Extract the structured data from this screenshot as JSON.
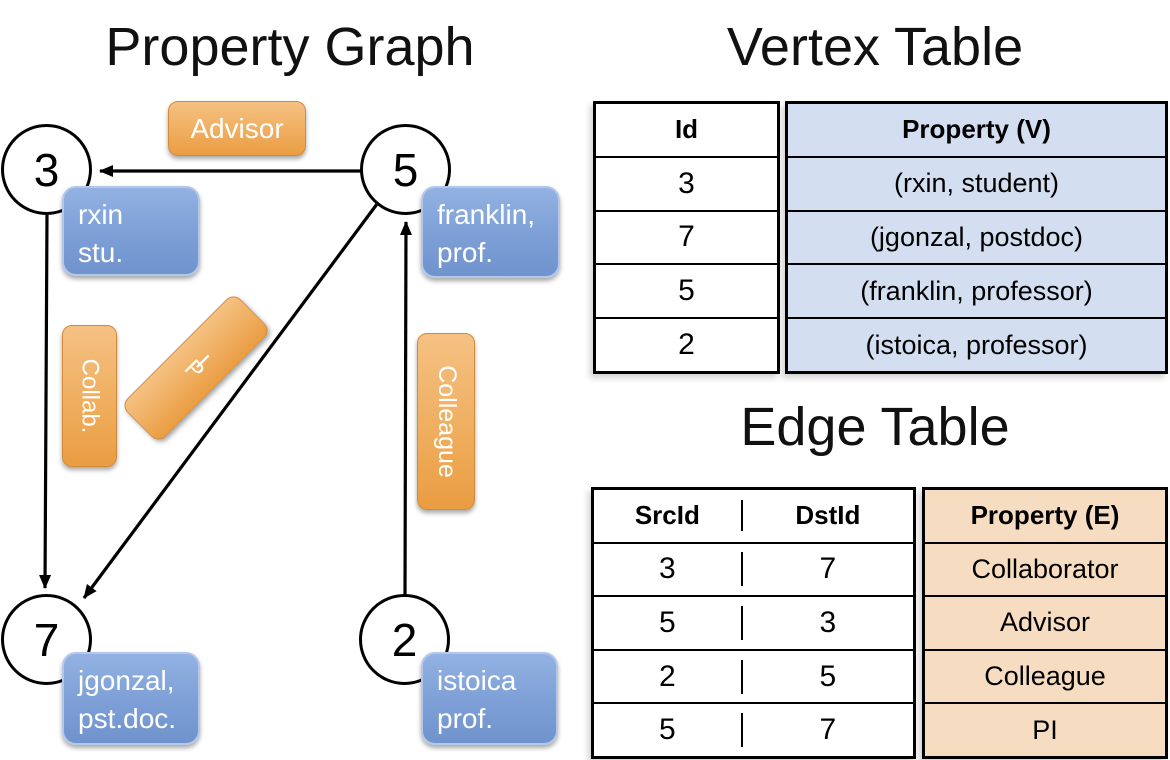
{
  "graph": {
    "title": "Property Graph",
    "nodes": [
      {
        "id": "3"
      },
      {
        "id": "5"
      },
      {
        "id": "7"
      },
      {
        "id": "2"
      }
    ],
    "vertex_labels": [
      {
        "line1": "rxin",
        "line2": "stu."
      },
      {
        "line1": "franklin,",
        "line2": "prof."
      },
      {
        "line1": "jgonzal,",
        "line2": "pst.doc."
      },
      {
        "line1": "istoica",
        "line2": "prof."
      }
    ],
    "edge_labels": [
      {
        "label": "Advisor"
      },
      {
        "label": "Collab."
      },
      {
        "label": "PI"
      },
      {
        "label": "Colleague"
      }
    ]
  },
  "vertex_table": {
    "title": "Vertex Table",
    "columns": {
      "id": "Id",
      "property": "Property (V)"
    },
    "rows": [
      {
        "id": "3",
        "property": "(rxin, student)"
      },
      {
        "id": "7",
        "property": "(jgonzal, postdoc)"
      },
      {
        "id": "5",
        "property": "(franklin, professor)"
      },
      {
        "id": "2",
        "property": "(istoica, professor)"
      }
    ]
  },
  "edge_table": {
    "title": "Edge Table",
    "columns": {
      "src": "SrcId",
      "dst": "DstId",
      "property": "Property (E)"
    },
    "rows": [
      {
        "src": "3",
        "dst": "7",
        "property": "Collaborator"
      },
      {
        "src": "5",
        "dst": "3",
        "property": "Advisor"
      },
      {
        "src": "2",
        "dst": "5",
        "property": "Colleague"
      },
      {
        "src": "5",
        "dst": "7",
        "property": "PI"
      }
    ]
  },
  "colors": {
    "edge_label_fill": "#efae5f",
    "edge_label_border": "#d18b3b",
    "vertex_label_fill": "#7d9fd6",
    "vertex_label_border": "#b3c7ea",
    "vertex_property_bg": "#d3dff1",
    "edge_property_bg": "#f6dcc1",
    "line": "#000000"
  }
}
